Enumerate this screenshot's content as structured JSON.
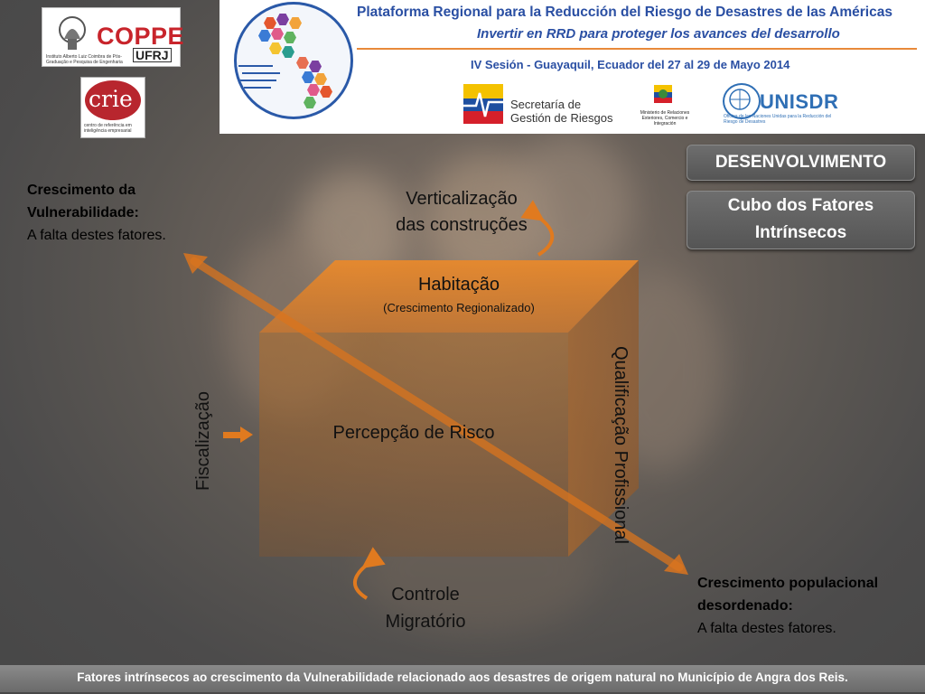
{
  "logos": {
    "coppe": {
      "name": "COPPE",
      "sub": "UFRJ",
      "caption": "Instituto Alberto Luiz Coimbra de Pós-Graduação e Pesquisa de Engenharia"
    },
    "crie": {
      "name": "crie",
      "caption": "centro de referência em inteligência empresarial"
    }
  },
  "banner": {
    "title": "Plataforma Regional para la Reducción del Riesgo de Desastres de las Américas",
    "subtitle": "Invertir en RRD para proteger los avances del desarrollo",
    "session": "IV Sesión - Guayaquil, Ecuador del 27 al 29 de Mayo 2014",
    "sgr_line1": "Secretaría de",
    "sgr_line2": "Gestión de Riesgos",
    "ministerio": "Ministerio de Relaciones Exteriores, Comercio e Integración",
    "unisdr": "UNISDR",
    "unisdr_caption": "Oficina de las Naciones Unidas para la Reducción del Riesgo de Desastres"
  },
  "side_buttons": {
    "desenvolvimento": "DESENVOLVIMENTO",
    "cubo_line1": "Cubo dos Fatores",
    "cubo_line2": "Intrínsecos"
  },
  "cube": {
    "top_label": "Habitação",
    "top_sublabel": "(Crescimento Regionalizado)",
    "front_label": "Percepção de Risco",
    "side_label": "Qualificação Profissional",
    "left_label": "Fiscalização",
    "top_external_line1": "Verticalização",
    "top_external_line2": "das construções",
    "bottom_external_line1": "Controle",
    "bottom_external_line2": "Migratório"
  },
  "notes": {
    "vuln_title_line1": "Crescimento da",
    "vuln_title_line2": "Vulnerabilidade:",
    "vuln_text": "A falta destes fatores.",
    "pop_title_line1": "Crescimento populacional",
    "pop_title_line2": "desordenado:",
    "pop_text": "A falta destes fatores."
  },
  "footer": "Fatores intrínsecos  ao  crescimento da Vulnerabilidade  relacionado  aos desastres  de origem natural no Município de Angra  dos Reis.",
  "colors": {
    "accent_orange": "#e07a1f",
    "banner_blue": "#2a4fa3",
    "logo_red": "#c8242b"
  }
}
